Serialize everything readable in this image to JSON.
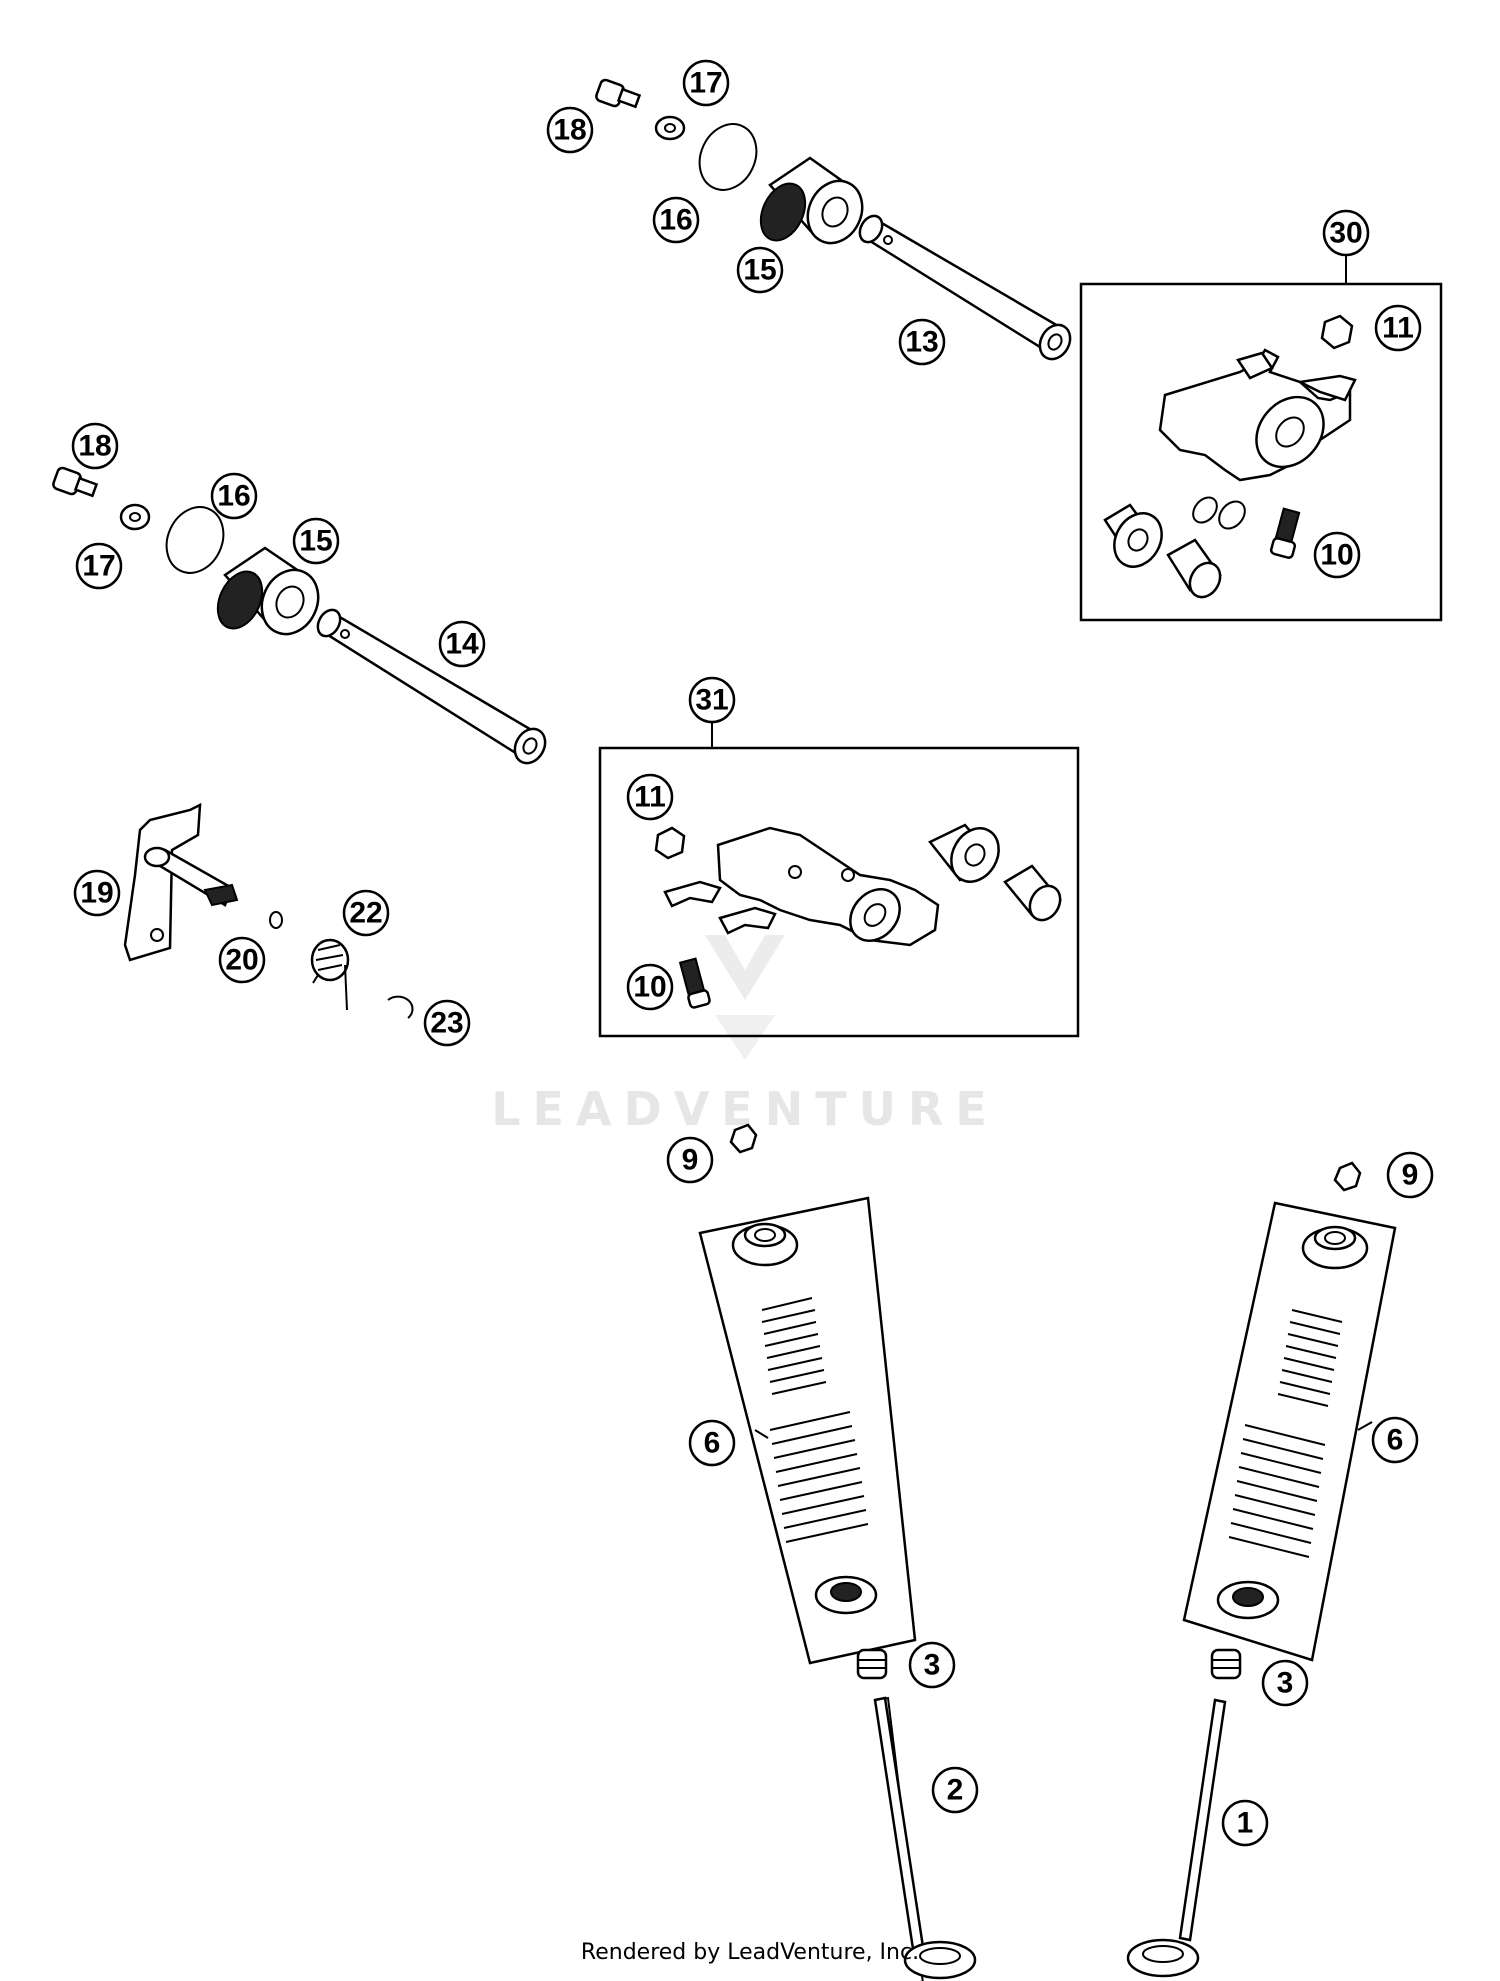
{
  "callouts": {
    "c1": "1",
    "c2": "2",
    "c3a": "3",
    "c3b": "3",
    "c6a": "6",
    "c6b": "6",
    "c9a": "9",
    "c9b": "9",
    "c10a": "10",
    "c10b": "10",
    "c11a": "11",
    "c11b": "11",
    "c13": "13",
    "c14": "14",
    "c15a": "15",
    "c15b": "15",
    "c16a": "16",
    "c16b": "16",
    "c17a": "17",
    "c17b": "17",
    "c18a": "18",
    "c18b": "18",
    "c19": "19",
    "c20": "20",
    "c22": "22",
    "c23": "23",
    "c30": "30",
    "c31": "31"
  },
  "watermark": {
    "text": "LEADVENTURE"
  },
  "footer": {
    "text": "Rendered by LeadVenture, Inc."
  }
}
